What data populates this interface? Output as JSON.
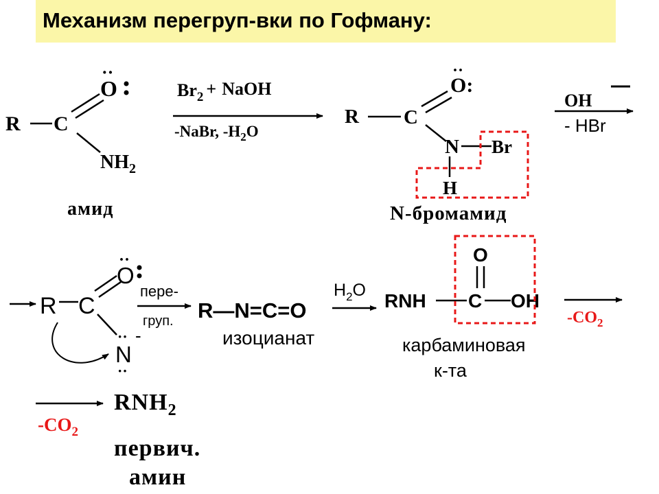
{
  "title": "Механизм перегруп-вки по Гофману:",
  "colors": {
    "title_bg": "#fbf6a8",
    "highlight": "#e81818",
    "ink": "#000000"
  },
  "lone_pair": "··",
  "amide": {
    "R": "R",
    "C": "C",
    "O": "O",
    "N": "NH",
    "sub2": "2",
    "label": "амид"
  },
  "step1": {
    "br": "Br",
    "sub2": "2",
    "plus": "+",
    "naoh": "NaOH",
    "minus_nabr": "-NaBr, -H",
    "minus_o": "O"
  },
  "bromamide": {
    "R": "R",
    "C": "C",
    "O": "O:",
    "N": "N",
    "Br": "Br",
    "H": "H",
    "label": "N-бромамид"
  },
  "step2": {
    "oh": "OH",
    "minus_hbr": "- HBr"
  },
  "anion": {
    "R": "R",
    "C": "C",
    "O": "O",
    "N": "N",
    "charge": "-"
  },
  "rearrangement": {
    "line1": "пере-",
    "line2": "груп."
  },
  "isocyanate": {
    "formula": "R—N=C=O",
    "label": "изоцианат"
  },
  "water": {
    "h": "H",
    "sub2": "2",
    "o": "O"
  },
  "carbamic": {
    "rnh": "RNH",
    "c": "C",
    "oh": "OH",
    "o": "O",
    "label1": "карбаминовая",
    "label2": "к-та"
  },
  "decarbox": {
    "co": "-CO",
    "sub2": "2"
  },
  "amine": {
    "formula": "RNH",
    "sub2": "2",
    "label1": "первич.",
    "label2": "амин"
  }
}
